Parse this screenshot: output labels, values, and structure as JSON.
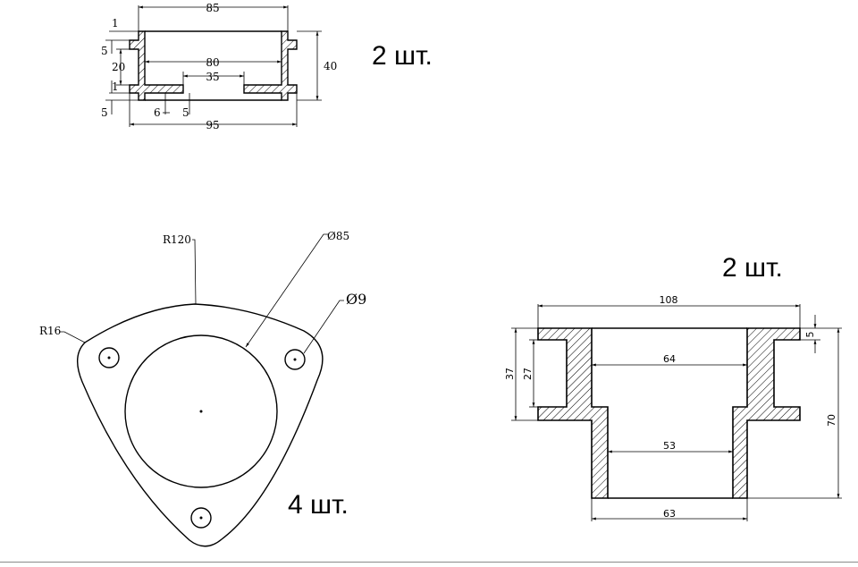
{
  "parts": {
    "top_sleeve": {
      "quantity": "2 шт.",
      "dims": {
        "d85": "85",
        "d80": "80",
        "d35": "35",
        "d95": "95",
        "h40": "40",
        "h20": "20",
        "t5_top": "5",
        "t5_bot": "5",
        "t1_top": "1",
        "t1_bot": "1",
        "w6": "6",
        "w5": "5"
      }
    },
    "flange": {
      "quantity": "4 шт.",
      "dims": {
        "r120": "R120",
        "r16": "R16",
        "d85": "Ø85",
        "d9": "Ø9"
      }
    },
    "adapter": {
      "quantity": "2 шт.",
      "dims": {
        "d108": "108",
        "d64": "64",
        "d53": "53",
        "d63": "63",
        "h70": "70",
        "h37": "37",
        "h27": "27",
        "t5": "5"
      }
    }
  }
}
